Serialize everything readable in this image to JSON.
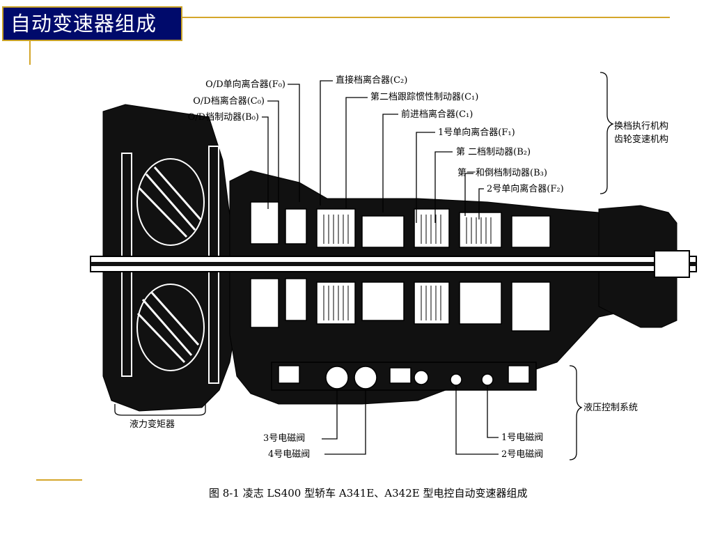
{
  "slide": {
    "title": "自动变速器组成",
    "accent_color": "#d4a62a",
    "title_bg": "#000a6b"
  },
  "diagram": {
    "labels": {
      "od_one_way_clutch": "O/D单向离合器(F₀)",
      "od_clutch": "O/D档离合器(C₀)",
      "od_brake": "O/D档制动器(B₀)",
      "direct_clutch": "直接档离合器(C₂)",
      "second_coast_brake": "第二档跟踪惯性制动器(C₁)",
      "forward_clutch": "前进档离合器(C₁)",
      "no1_one_way_clutch": "1号单向离合器(F₁)",
      "second_brake": "第 二档制动器(B₂)",
      "first_reverse_brake": "第一和倒档制动器(B₃)",
      "no2_one_way_clutch": "2号单向离合器(F₂)",
      "shift_mechanism": "换档执行机构",
      "gear_mechanism": "齿轮变速机构",
      "hydraulic_control": "液压控制系统",
      "torque_converter": "液力变矩器",
      "solenoid_3": "3号电磁阀",
      "solenoid_4": "4号电磁阀",
      "solenoid_1": "1号电磁阀",
      "solenoid_2": "2号电磁阀"
    },
    "caption": "图 8-1    凌志 LS400 型轿车 A341E、A342E 型电控自动变速器组成"
  }
}
